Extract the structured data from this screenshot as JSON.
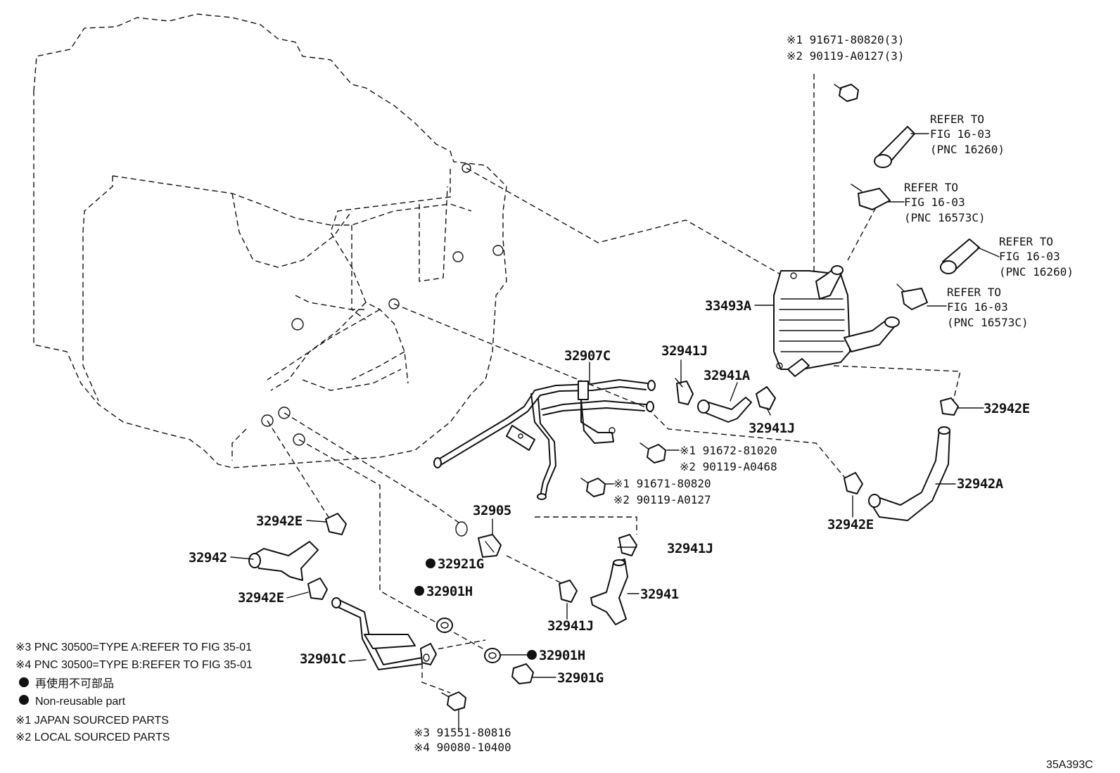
{
  "callouts": {
    "c_33493A": "33493A",
    "c_32907C": "32907C",
    "c_32941J_a": "32941J",
    "c_32941A": "32941A",
    "c_32941J_b": "32941J",
    "c_32942E_a": "32942E",
    "c_32942A": "32942A",
    "c_32942E_b": "32942E",
    "c_32942E_c": "32942E",
    "c_32942": "32942",
    "c_32942E_d": "32942E",
    "c_32905": "32905",
    "c_32921G": "32921G",
    "c_32901H_a": "32901H",
    "c_32901C": "32901C",
    "c_32901H_b": "32901H",
    "c_32901G": "32901G",
    "c_32941J_c": "32941J",
    "c_32941": "32941",
    "c_32941J_d": "32941J"
  },
  "bolts": {
    "top_1": "※1 91671-80820(3)",
    "top_2": "※2 90119-A0127(3)",
    "mid_1": "※1 91672-81020",
    "mid_2": "※2 90119-A0468",
    "low_1": "※1 91671-80820",
    "low_2": "※2 90119-A0127",
    "bot_3": "※3 91551-80816",
    "bot_4": "※4 90080-10400"
  },
  "references": [
    {
      "l1": "REFER TO",
      "l2": "FIG 16-03",
      "l3": "(PNC 16260)"
    },
    {
      "l1": "REFER TO",
      "l2": "FIG 16-03",
      "l3": "(PNC 16573C)"
    },
    {
      "l1": "REFER TO",
      "l2": "FIG 16-03",
      "l3": "(PNC 16260)"
    },
    {
      "l1": "REFER TO",
      "l2": "FIG 16-03",
      "l3": "(PNC 16573C)"
    }
  ],
  "notes": {
    "n3": "※3 PNC 30500=TYPE A:REFER TO FIG 35-01",
    "n4": "※4 PNC 30500=TYPE B:REFER TO FIG 35-01",
    "nonreuse_jp": "再使用不可部品",
    "nonreuse_en": "Non-reusable part",
    "japan": "※1 JAPAN SOURCED PARTS",
    "local": "※2 LOCAL SOURCED PARTS"
  },
  "figure_id": "35A393C"
}
